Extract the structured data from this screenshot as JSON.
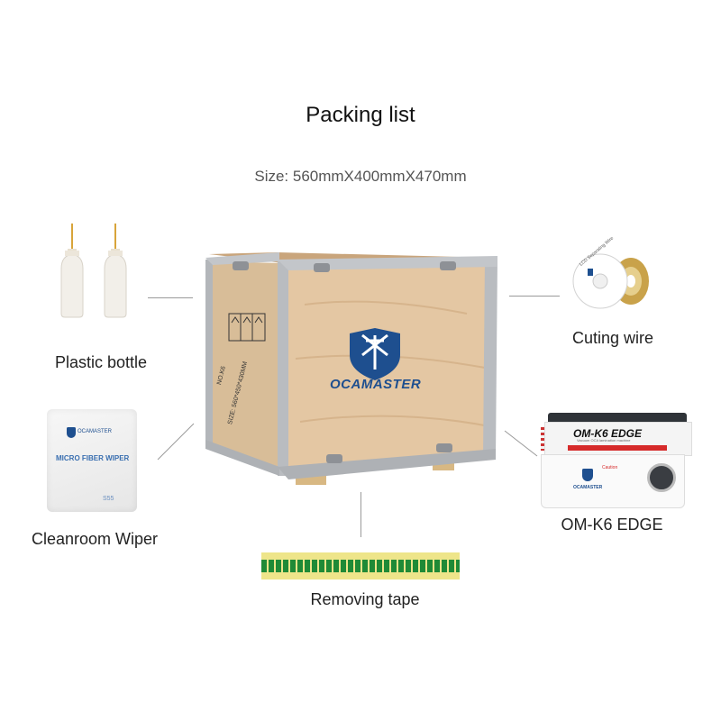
{
  "title": "Packing list",
  "size_text": "Size: 560mmX400mmX470mm",
  "crate": {
    "brand": "OCAMASTER",
    "stencil_no": "NO.K6",
    "stencil_size": "SIZE: 560*450*430MM"
  },
  "items": {
    "bottle": "Plastic bottle",
    "wiper": "Cleanroom Wiper",
    "wire": "Cuting wire",
    "machine": "OM-K6 EDGE",
    "tape": "Removing tape"
  },
  "wiper_pack": {
    "brand": "OCAMASTER",
    "product": "MICRO FIBER WIPER",
    "count": "S55"
  },
  "machine_body": {
    "logo": "OM-K6 EDGE",
    "subtitle": "Vacuum OCA lamination machine",
    "brand": "OCAMASTER",
    "caution": "Caution"
  },
  "wire_spool_text": "LCD Separating Wire",
  "colors": {
    "crate_wood": "#e2c4a1",
    "crate_frame": "#b9bcc0",
    "tape_yellow": "#eee58a",
    "tape_green": "#1f8a36",
    "brand_blue": "#1e4f8f",
    "machine_red": "#d62a2a"
  }
}
